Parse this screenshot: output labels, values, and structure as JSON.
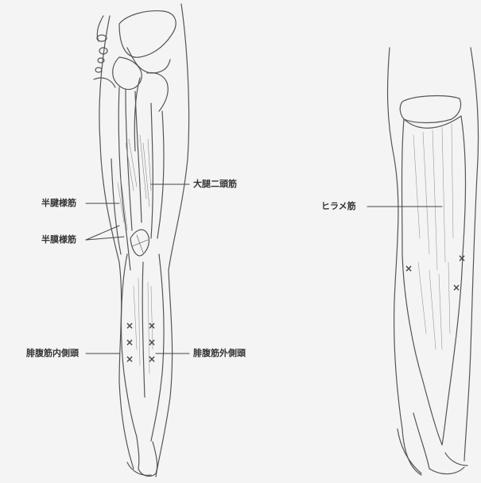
{
  "labels": {
    "semitendinosus": "半腱様筋",
    "semimembranosus": "半膜様筋",
    "biceps_femoris": "大腿二頭筋",
    "gastrocnemius_medial": "腓腹筋内側頭",
    "gastrocnemius_lateral": "腓腹筋外側頭",
    "soleus": "ヒラメ筋"
  },
  "marker_symbol": "×",
  "colors": {
    "background": "#f4f4f4",
    "line": "#555555",
    "text": "#333333"
  }
}
